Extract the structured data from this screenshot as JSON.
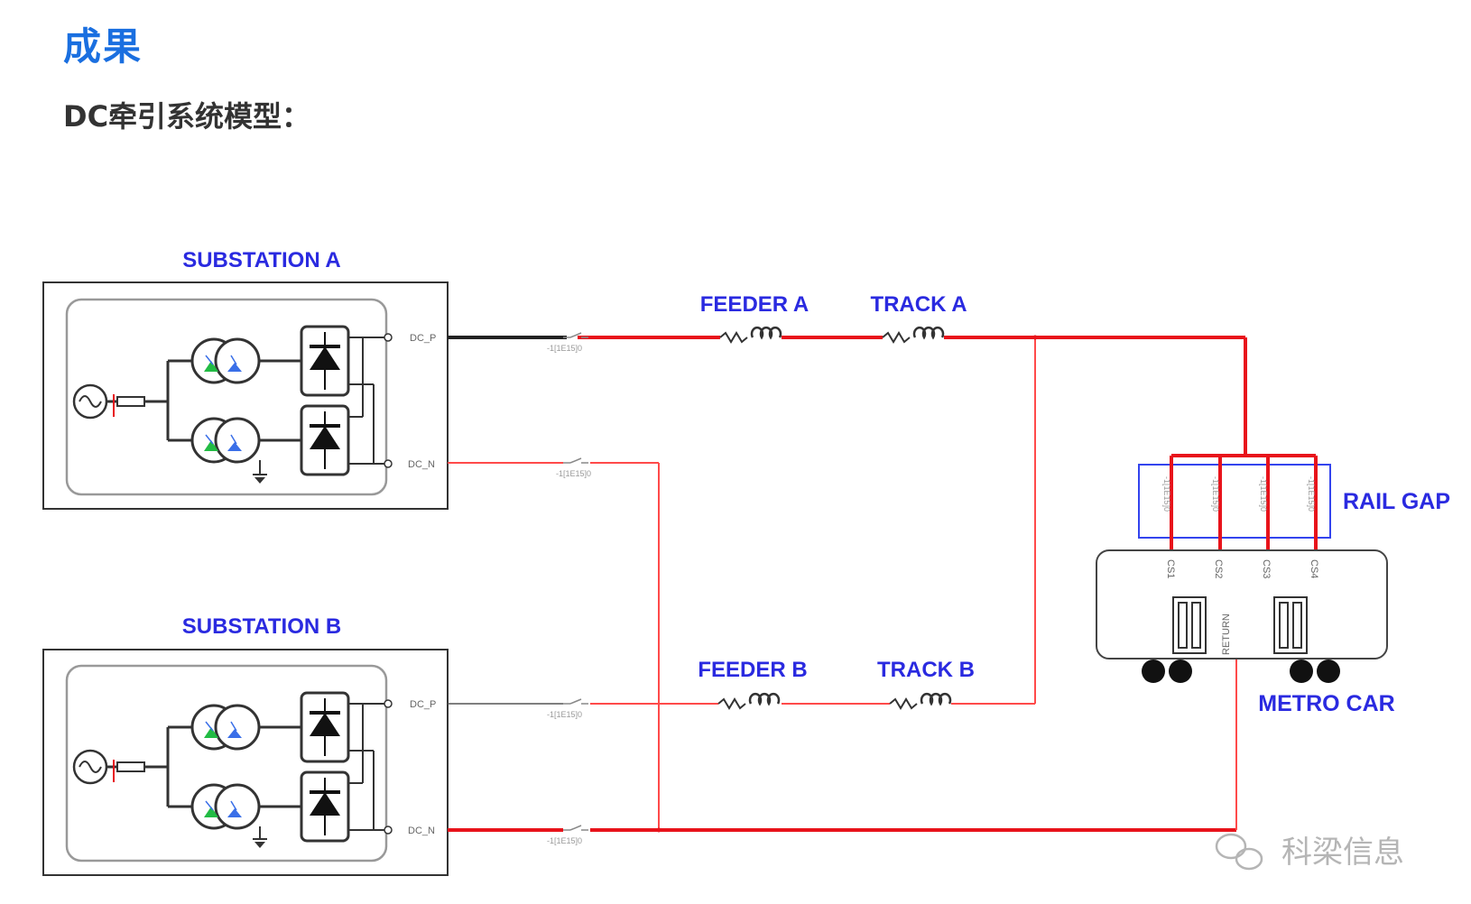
{
  "heading": "成果",
  "subheading": "DC牵引系统模型：",
  "diagram": {
    "substation_a": "SUBSTATION A",
    "substation_b": "SUBSTATION B",
    "feeder_a": "FEEDER A",
    "track_a": "TRACK A",
    "feeder_b": "FEEDER B",
    "track_b": "TRACK B",
    "rail_gap": "RAIL GAP",
    "metro_car": "METRO CAR",
    "port_dc_p": "DC_P",
    "port_dc_n": "DC_N",
    "switch_tag": "-1[1E15]0",
    "gap_tag": "-1[1E15]0",
    "return": "RETURN",
    "cs": [
      "CS1",
      "CS2",
      "CS3",
      "CS4"
    ]
  },
  "watermark": "科梁信息",
  "colors": {
    "title": "#1a6fe0",
    "label": "#2a2ae0",
    "wire_active": "#e8131b",
    "wire_thin": "#ff4a4a",
    "frame": "#333333"
  }
}
